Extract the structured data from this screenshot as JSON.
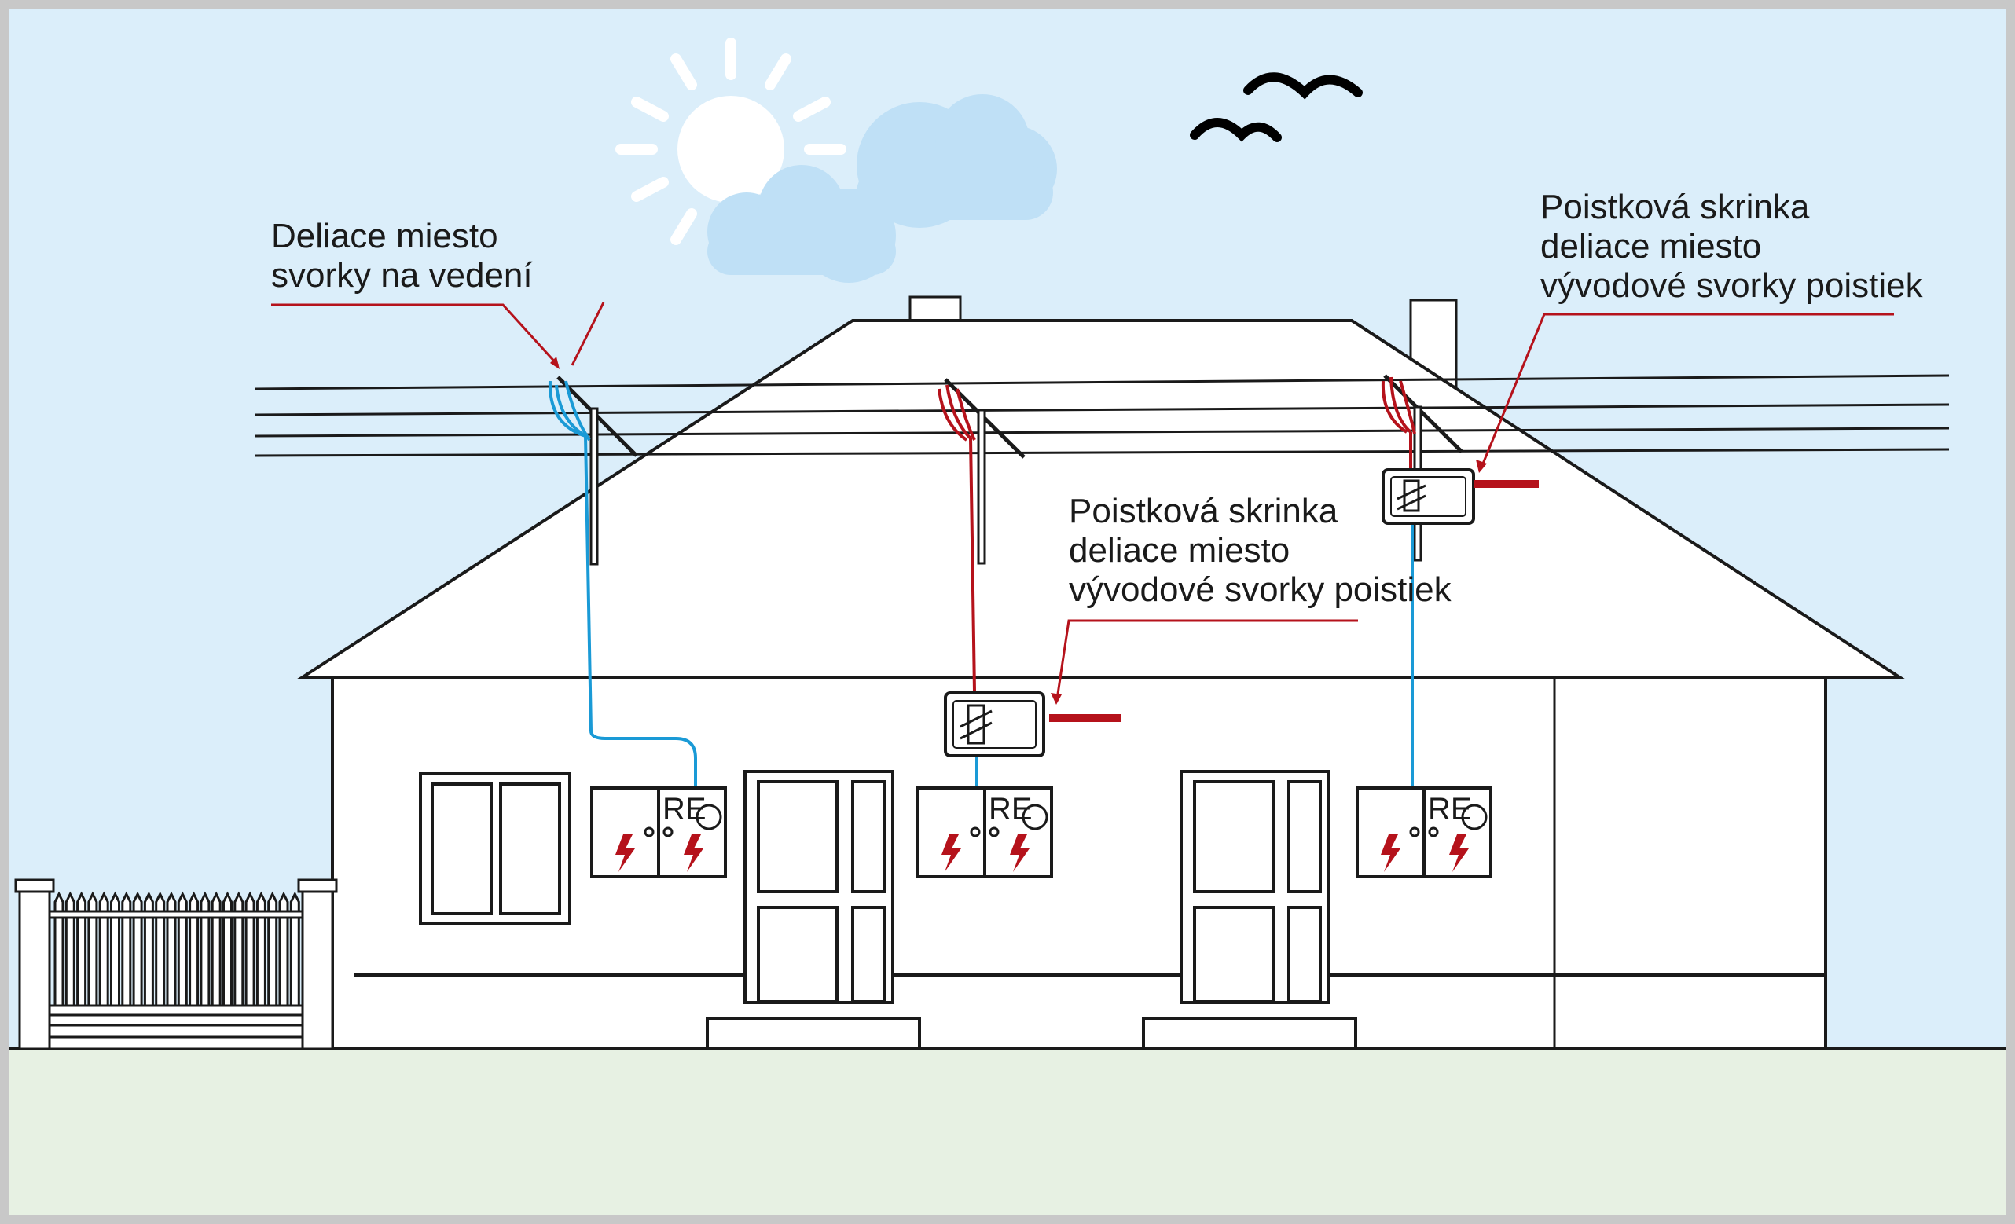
{
  "labels": {
    "left": {
      "line1": "Deliace miesto",
      "line2": "svorky na vedení"
    },
    "right": {
      "line1": "Poistková skrinka",
      "line2": "deliace miesto",
      "line3": "vývodové svorky poistiek"
    },
    "middle": {
      "line1": "Poistková skrinka",
      "line2": "deliace miesto",
      "line3": "vývodové svorky poistiek"
    }
  },
  "meters": {
    "left": "RE",
    "middle": "RE",
    "right": "RE"
  },
  "colors": {
    "sky": "#dbeefa",
    "ground": "#e7f1e3",
    "cloud": "#bfe0f6",
    "sun": "#ffffff",
    "house": "#ffffff",
    "outline": "#1a1a1a",
    "blue_wire": "#1a9ad6",
    "red_wire": "#b5121b",
    "frame": "#c8c8c8"
  },
  "icons": {
    "sun": "sun-icon",
    "birds": "birds-icon",
    "clouds": "cloud-icon",
    "lightning": "lightning-bolt-icon"
  }
}
